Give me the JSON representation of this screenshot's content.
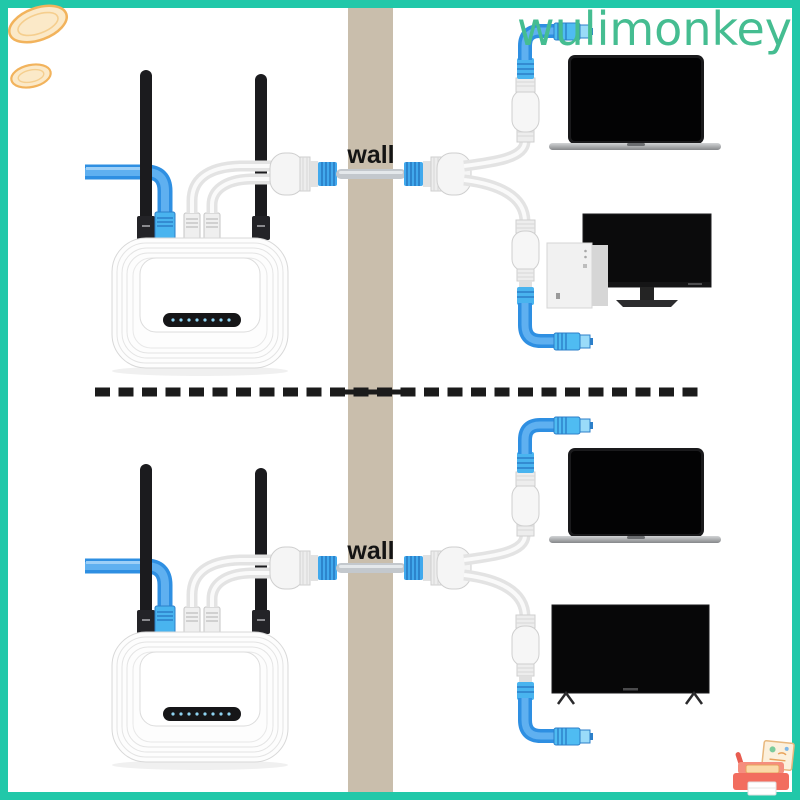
{
  "watermark": {
    "text": "wulimonkey",
    "color": "#45BD91"
  },
  "frame": {
    "border_color": "#21C8A9"
  },
  "wall": {
    "top_label": "wall",
    "bottom_label": "wall",
    "color": "#C9BEAC"
  },
  "divider": {
    "style": "dashed",
    "color": "#1B1B1B"
  },
  "colors": {
    "cable_blue": "#2E8FE2",
    "plug_blue": "#49B4EF",
    "cable_white": "#E3E3E3",
    "coupler_white": "#F5F5F5",
    "device_black": "#0A0A0B"
  },
  "scenes": {
    "top": {
      "router": "wireless-router",
      "devices": [
        "laptop",
        "desktop-pc",
        "monitor"
      ]
    },
    "bottom": {
      "router": "wireless-router",
      "devices": [
        "laptop",
        "smart-tv"
      ]
    }
  },
  "decorations": [
    "gold-coins",
    "cash-register"
  ]
}
